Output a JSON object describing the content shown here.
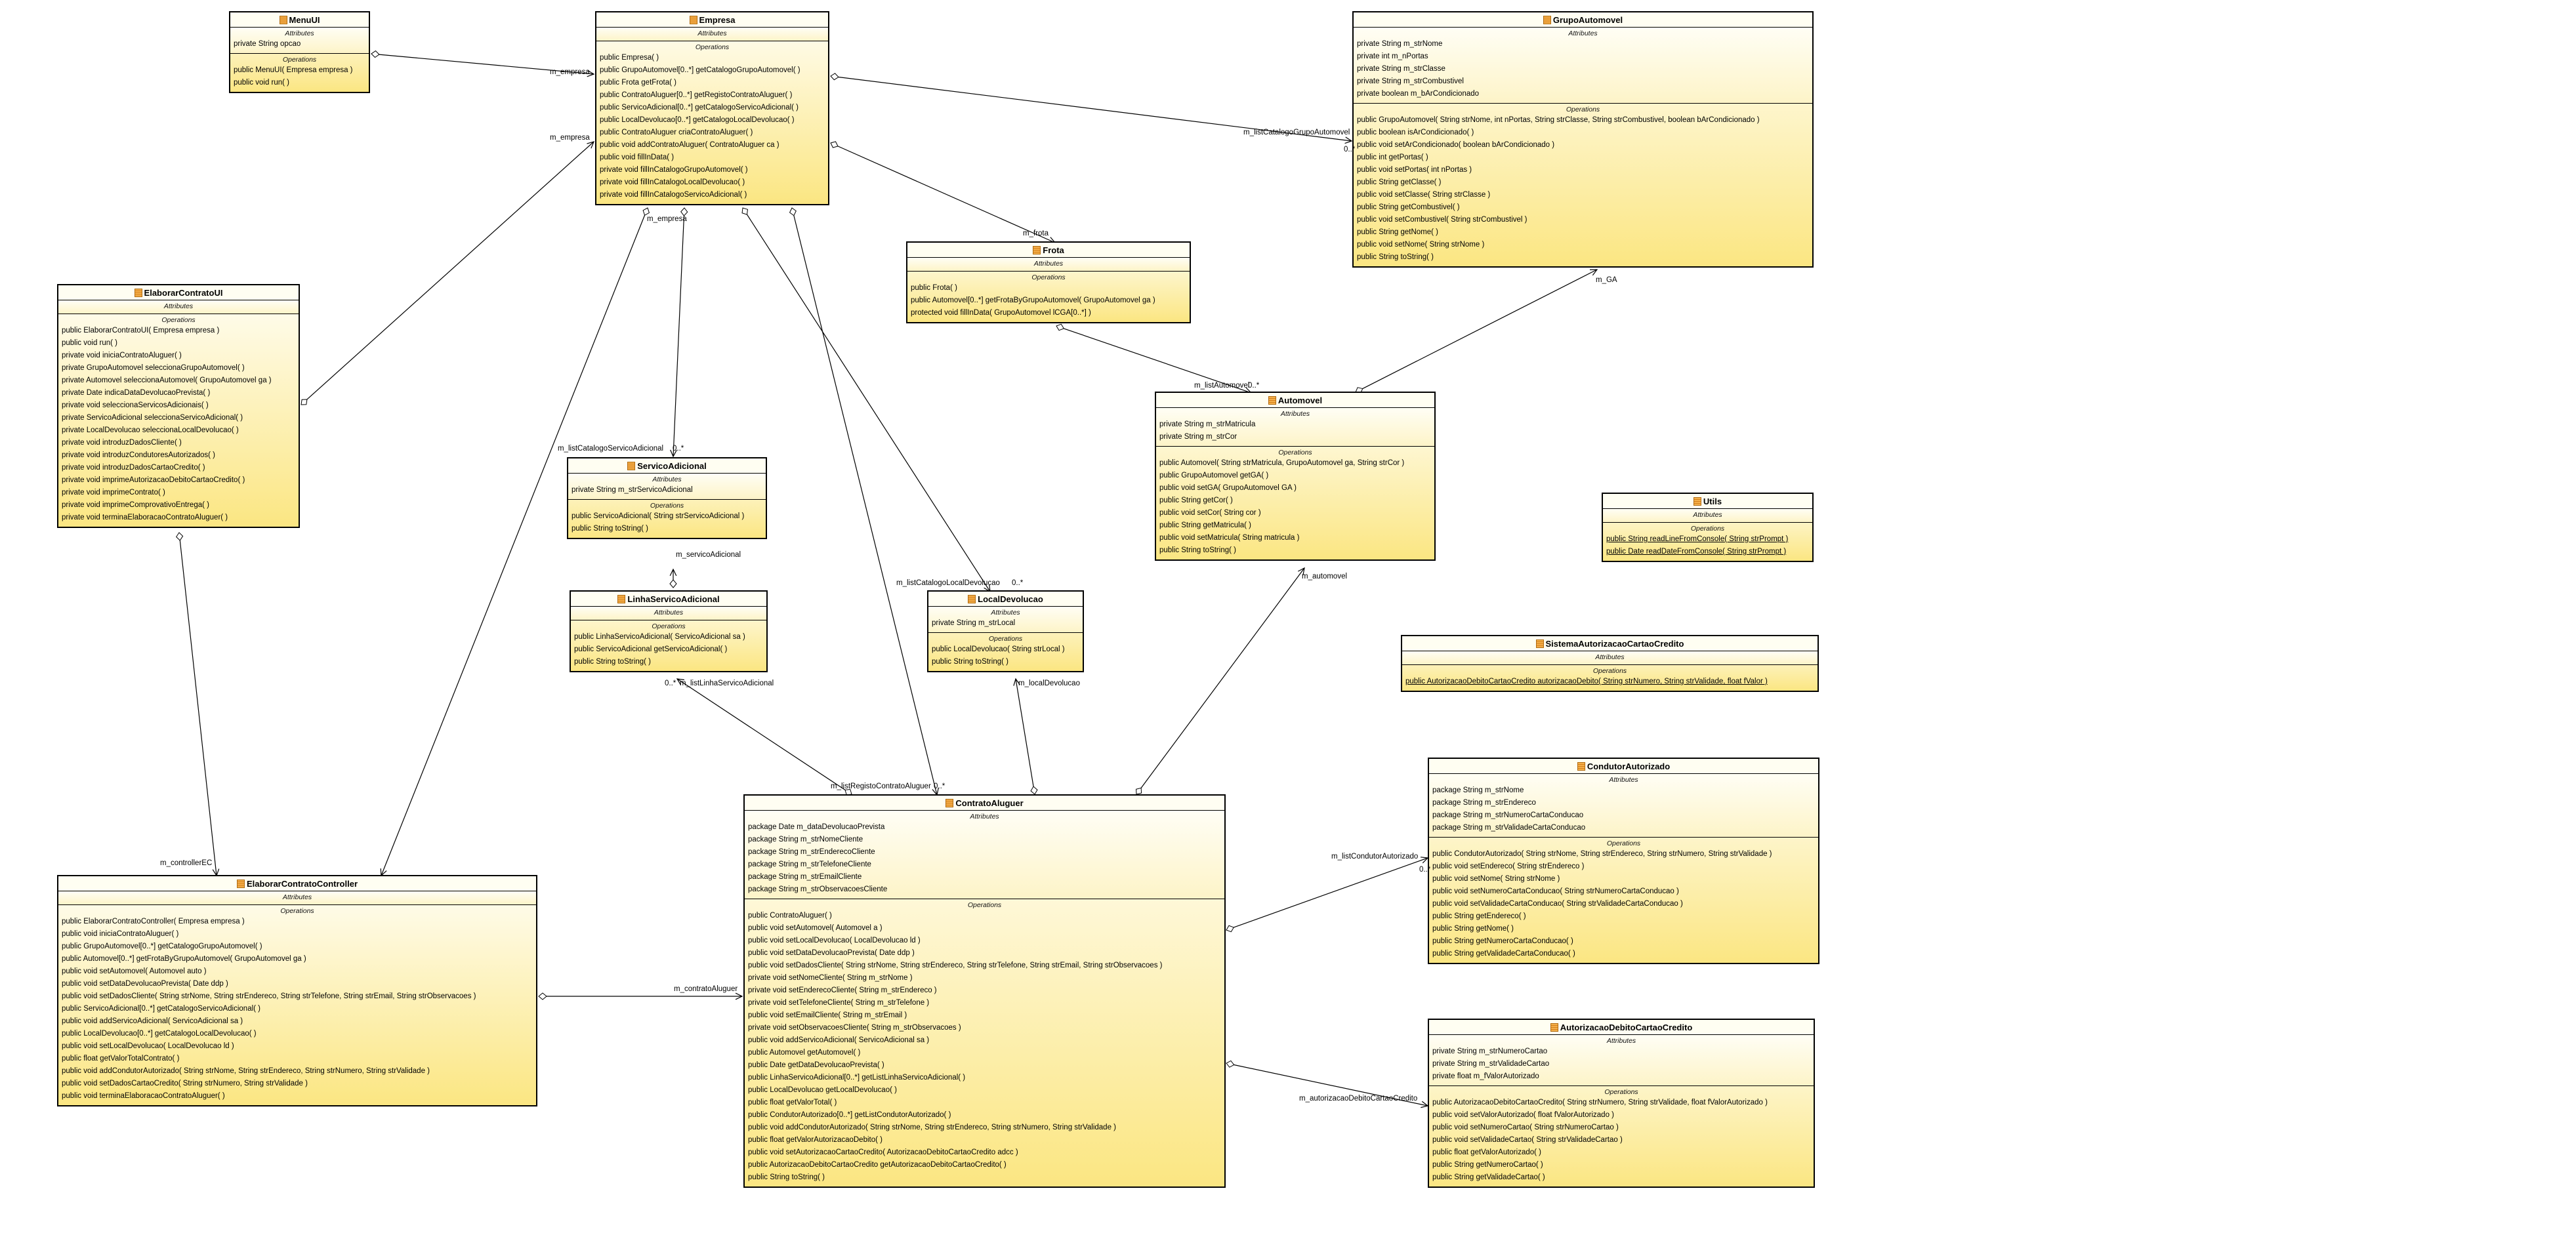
{
  "diagram": {
    "type": "UML class diagram",
    "section_labels": {
      "attributes": "Attributes",
      "operations": "Operations"
    },
    "classes": {
      "MenuUI": {
        "name": "MenuUI",
        "attributes": [
          "private String opcao"
        ],
        "operations": [
          "public MenuUI( Empresa empresa )",
          "public void  run(  )"
        ]
      },
      "Empresa": {
        "name": "Empresa",
        "attributes": [],
        "operations": [
          "public Empresa(  )",
          "public GrupoAutomovel[0..*]  getCatalogoGrupoAutomovel(  )",
          "public Frota  getFrota(  )",
          "public ContratoAluguer[0..*]  getRegistoContratoAluguer(  )",
          "public ServicoAdicional[0..*]  getCatalogoServicoAdicional(  )",
          "public LocalDevolucao[0..*]  getCatalogoLocalDevolucao(  )",
          "public ContratoAluguer  criaContratoAluguer(  )",
          "public void  addContratoAluguer( ContratoAluguer ca )",
          "public void  fillInData(  )",
          "private void  fillInCatalogoGrupoAutomovel(  )",
          "private void  fillInCatalogoLocalDevolucao(  )",
          "private void  fillInCatalogoServicoAdicional(  )"
        ]
      },
      "GrupoAutomovel": {
        "name": "GrupoAutomovel",
        "attributes": [
          "private String m_strNome",
          "private int m_nPortas",
          "private String m_strClasse",
          "private String m_strCombustivel",
          "private boolean m_bArCondicionado"
        ],
        "operations": [
          "public GrupoAutomovel( String strNome, int nPortas, String strClasse, String strCombustivel, boolean bArCondicionado )",
          "public boolean  isArCondicionado(  )",
          "public void  setArCondicionado( boolean bArCondicionado )",
          "public int  getPortas(  )",
          "public void  setPortas( int nPortas )",
          "public String  getClasse(  )",
          "public void  setClasse( String strClasse )",
          "public String  getCombustivel(  )",
          "public void  setCombustivel( String strCombustivel )",
          "public String  getNome(  )",
          "public void  setNome( String strNome )",
          "public String  toString(  )"
        ]
      },
      "Frota": {
        "name": "Frota",
        "attributes": [],
        "operations": [
          "public Frota(  )",
          "public Automovel[0..*]  getFrotaByGrupoAutomovel( GrupoAutomovel ga )",
          "protected void  fillInData( GrupoAutomovel lCGA[0..*] )"
        ]
      },
      "ElaborarContratoUI": {
        "name": "ElaborarContratoUI",
        "attributes": [],
        "operations": [
          "public ElaborarContratoUI( Empresa empresa )",
          "public void  run(  )",
          "private void  iniciaContratoAluguer(  )",
          "private GrupoAutomovel  seleccionaGrupoAutomovel(  )",
          "private Automovel  seleccionaAutomovel( GrupoAutomovel ga )",
          "private Date  indicaDataDevolucaoPrevista(  )",
          "private void  seleccionaServicosAdicionais(  )",
          "private ServicoAdicional  seleccionaServicoAdicional(  )",
          "private LocalDevolucao  seleccionaLocalDevolucao(  )",
          "private void  introduzDadosCliente(  )",
          "private void  introduzCondutoresAutorizados(  )",
          "private void  introduzDadosCartaoCredito(  )",
          "private void  imprimeAutorizacaoDebitoCartaoCredito(  )",
          "private void  imprimeContrato(  )",
          "private void  imprimeComprovativoEntrega(  )",
          "private void  terminaElaboracaoContratoAluguer(  )"
        ]
      },
      "Automovel": {
        "name": "Automovel",
        "attributes": [
          "private String m_strMatricula",
          "private String m_strCor"
        ],
        "operations": [
          "public Automovel( String strMatricula, GrupoAutomovel ga, String strCor )",
          "public GrupoAutomovel  getGA(  )",
          "public void  setGA( GrupoAutomovel GA )",
          "public String  getCor(  )",
          "public void  setCor( String cor )",
          "public String  getMatricula(  )",
          "public void  setMatricula( String matricula )",
          "public String  toString(  )"
        ]
      },
      "ServicoAdicional": {
        "name": "ServicoAdicional",
        "attributes": [
          "private String m_strServicoAdicional"
        ],
        "operations": [
          "public ServicoAdicional( String strServicoAdicional )",
          "public String  toString(  )"
        ]
      },
      "Utils": {
        "name": "Utils",
        "attributes": [],
        "operations": [
          "public String  readLineFromConsole( String strPrompt )",
          "public Date  readDateFromConsole( String strPrompt )"
        ],
        "static_operations": true
      },
      "LinhaServicoAdicional": {
        "name": "LinhaServicoAdicional",
        "attributes": [],
        "operations": [
          "public LinhaServicoAdicional( ServicoAdicional sa )",
          "public ServicoAdicional  getServicoAdicional(  )",
          "public String  toString(  )"
        ]
      },
      "LocalDevolucao": {
        "name": "LocalDevolucao",
        "attributes": [
          "private String m_strLocal"
        ],
        "operations": [
          "public LocalDevolucao( String strLocal )",
          "public String  toString(  )"
        ]
      },
      "SistemaAutorizacaoCartaoCredito": {
        "name": "SistemaAutorizacaoCartaoCredito",
        "attributes": [],
        "operations": [
          "public AutorizacaoDebitoCartaoCredito  autorizacaoDebito( String strNumero, String strValidade, float fValor )"
        ],
        "static_operations": true
      },
      "CondutorAutorizado": {
        "name": "CondutorAutorizado",
        "attributes": [
          "package String m_strNome",
          "package String m_strEndereco",
          "package String m_strNumeroCartaConducao",
          "package String m_strValidadeCartaConducao"
        ],
        "operations": [
          "public CondutorAutorizado( String strNome, String strEndereco, String strNumero, String strValidade )",
          "public void  setEndereco( String strEndereco )",
          "public void  setNome( String strNome )",
          "public void  setNumeroCartaConducao( String strNumeroCartaConducao )",
          "public void  setValidadeCartaConducao( String strValidadeCartaConducao )",
          "public String  getEndereco(  )",
          "public String  getNome(  )",
          "public String  getNumeroCartaConducao(  )",
          "public String  getValidadeCartaConducao(  )"
        ]
      },
      "ElaborarContratoController": {
        "name": "ElaborarContratoController",
        "attributes": [],
        "operations": [
          "public ElaborarContratoController( Empresa empresa )",
          "public void  iniciaContratoAluguer(  )",
          "public GrupoAutomovel[0..*]  getCatalogoGrupoAutomovel(  )",
          "public Automovel[0..*]  getFrotaByGrupoAutomovel( GrupoAutomovel ga )",
          "public void  setAutomovel( Automovel auto )",
          "public void  setDataDevolucaoPrevista( Date ddp )",
          "public void  setDadosCliente( String strNome, String strEndereco, String strTelefone, String strEmail, String strObservacoes )",
          "public ServicoAdicional[0..*]  getCatalogoServicoAdicional(  )",
          "public void  addServicoAdicional( ServicoAdicional sa )",
          "public LocalDevolucao[0..*]  getCatalogoLocalDevolucao(  )",
          "public void  setLocalDevolucao( LocalDevolucao ld )",
          "public float  getValorTotalContrato(  )",
          "public void  addCondutorAutorizado( String strNome, String strEndereco, String strNumero, String strValidade )",
          "public void  setDadosCartaoCredito( String strNumero, String strValidade )",
          "public void  terminaElaboracaoContratoAluguer(  )"
        ]
      },
      "ContratoAluguer": {
        "name": "ContratoAluguer",
        "attributes": [
          "package Date m_dataDevolucaoPrevista",
          "package String m_strNomeCliente",
          "package String m_strEnderecoCliente",
          "package String m_strTelefoneCliente",
          "package String m_strEmailCliente",
          "package String m_strObservacoesCliente"
        ],
        "operations": [
          "public ContratoAluguer(  )",
          "public void  setAutomovel( Automovel a )",
          "public void  setLocalDevolucao( LocalDevolucao ld )",
          "public void  setDataDevolucaoPrevista( Date ddp )",
          "public void  setDadosCliente( String strNome, String strEndereco, String strTelefone, String strEmail, String strObservacoes )",
          "private void  setNomeCliente( String m_strNome )",
          "private void  setEnderecoCliente( String m_strEndereco )",
          "private void  setTelefoneCliente( String m_strTelefone )",
          "public void  setEmailCliente( String m_strEmail )",
          "private void  setObservacoesCliente( String m_strObservacoes )",
          "public void  addServicoAdicional( ServicoAdicional sa )",
          "public Automovel  getAutomovel(  )",
          "public Date  getDataDevolucaoPrevista(  )",
          "public LinhaServicoAdicional[0..*]  getListLinhaServicoAdicional(  )",
          "public LocalDevolucao  getLocalDevolucao(  )",
          "public float  getValorTotal(  )",
          "public CondutorAutorizado[0..*]  getListCondutorAutorizado(  )",
          "public void  addCondutorAutorizado( String strNome, String strEndereco, String strNumero, String strValidade )",
          "public float  getValorAutorizacaoDebito(  )",
          "public void  setAutorizacaoCartaoCredito( AutorizacaoDebitoCartaoCredito adcc )",
          "public AutorizacaoDebitoCartaoCredito  getAutorizacaoDebitoCartaoCredito(  )",
          "public String  toString(  )"
        ]
      },
      "AutorizacaoDebitoCartaoCredito": {
        "name": "AutorizacaoDebitoCartaoCredito",
        "attributes": [
          "private String m_strNumeroCartao",
          "private String m_strValidadeCartao",
          "private float m_fValorAutorizado"
        ],
        "operations": [
          "public AutorizacaoDebitoCartaoCredito( String strNumero, String strValidade, float fValorAutorizado )",
          "public void  setValorAutorizado( float fValorAutorizado )",
          "public void  setNumeroCartao( String strNumeroCartao )",
          "public void  setValidadeCartao( String strValidadeCartao )",
          "public float  getValorAutorizado(  )",
          "public String  getNumeroCartao(  )",
          "public String  getValidadeCartao(  )"
        ]
      }
    },
    "associations": [
      {
        "from": "MenuUI",
        "to": "Empresa",
        "role": "m_empresa",
        "multiplicity": ""
      },
      {
        "from": "ElaborarContratoUI",
        "to": "Empresa",
        "role": "m_empresa",
        "multiplicity": ""
      },
      {
        "from": "Empresa",
        "to": "GrupoAutomovel",
        "role": "m_listCatalogoGrupoAutomovel",
        "multiplicity": "0..*"
      },
      {
        "from": "Empresa",
        "to": "Frota",
        "role": "m_frota",
        "multiplicity": ""
      },
      {
        "from": "Frota",
        "to": "Automovel",
        "role": "m_listAutomovel",
        "multiplicity": "0..*"
      },
      {
        "from": "Automovel",
        "to": "GrupoAutomovel",
        "role": "m_GA",
        "multiplicity": ""
      },
      {
        "from": "Empresa",
        "to": "ServicoAdicional",
        "role": "m_listCatalogoServicoAdicional",
        "multiplicity": "0..*"
      },
      {
        "from": "ElaborarContratoController",
        "to": "Empresa",
        "role": "m_empresa",
        "multiplicity": ""
      },
      {
        "from": "Empresa",
        "to": "LocalDevolucao",
        "role": "m_listCatalogoLocalDevolucao",
        "multiplicity": "0..*"
      },
      {
        "from": "Empresa",
        "to": "ContratoAluguer",
        "role": "m_listRegistoContratoAluguer",
        "multiplicity": "0..*"
      },
      {
        "from": "LinhaServicoAdicional",
        "to": "ServicoAdicional",
        "role": "m_servicoAdicional",
        "multiplicity": ""
      },
      {
        "from": "ContratoAluguer",
        "to": "LinhaServicoAdicional",
        "role": "m_listLinhaServicoAdicional",
        "multiplicity": "0..*"
      },
      {
        "from": "ContratoAluguer",
        "to": "LocalDevolucao",
        "role": "m_localDevolucao",
        "multiplicity": ""
      },
      {
        "from": "ContratoAluguer",
        "to": "Automovel",
        "role": "m_automovel",
        "multiplicity": ""
      },
      {
        "from": "ElaborarContratoUI",
        "to": "ElaborarContratoController",
        "role": "m_controllerEC",
        "multiplicity": ""
      },
      {
        "from": "ElaborarContratoController",
        "to": "ContratoAluguer",
        "role": "m_contratoAluguer",
        "multiplicity": ""
      },
      {
        "from": "ContratoAluguer",
        "to": "CondutorAutorizado",
        "role": "m_listCondutorAutorizado",
        "multiplicity": "0..*"
      },
      {
        "from": "ContratoAluguer",
        "to": "AutorizacaoDebitoCartaoCredito",
        "role": "m_autorizacaoDebitoCartaoCredito",
        "multiplicity": ""
      }
    ]
  }
}
